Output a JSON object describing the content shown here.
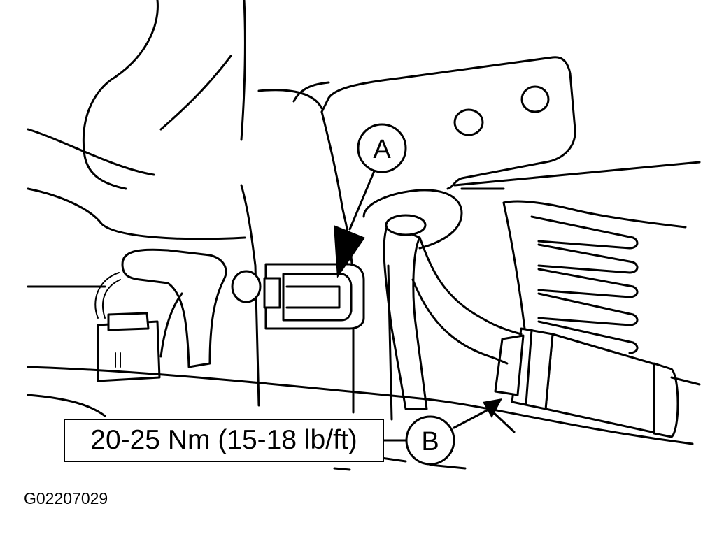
{
  "callouts": {
    "a": {
      "label": "A"
    },
    "b": {
      "label": "B"
    }
  },
  "torque_spec": "20-25 Nm (15-18 lb/ft)",
  "figure_id": "G02207029"
}
